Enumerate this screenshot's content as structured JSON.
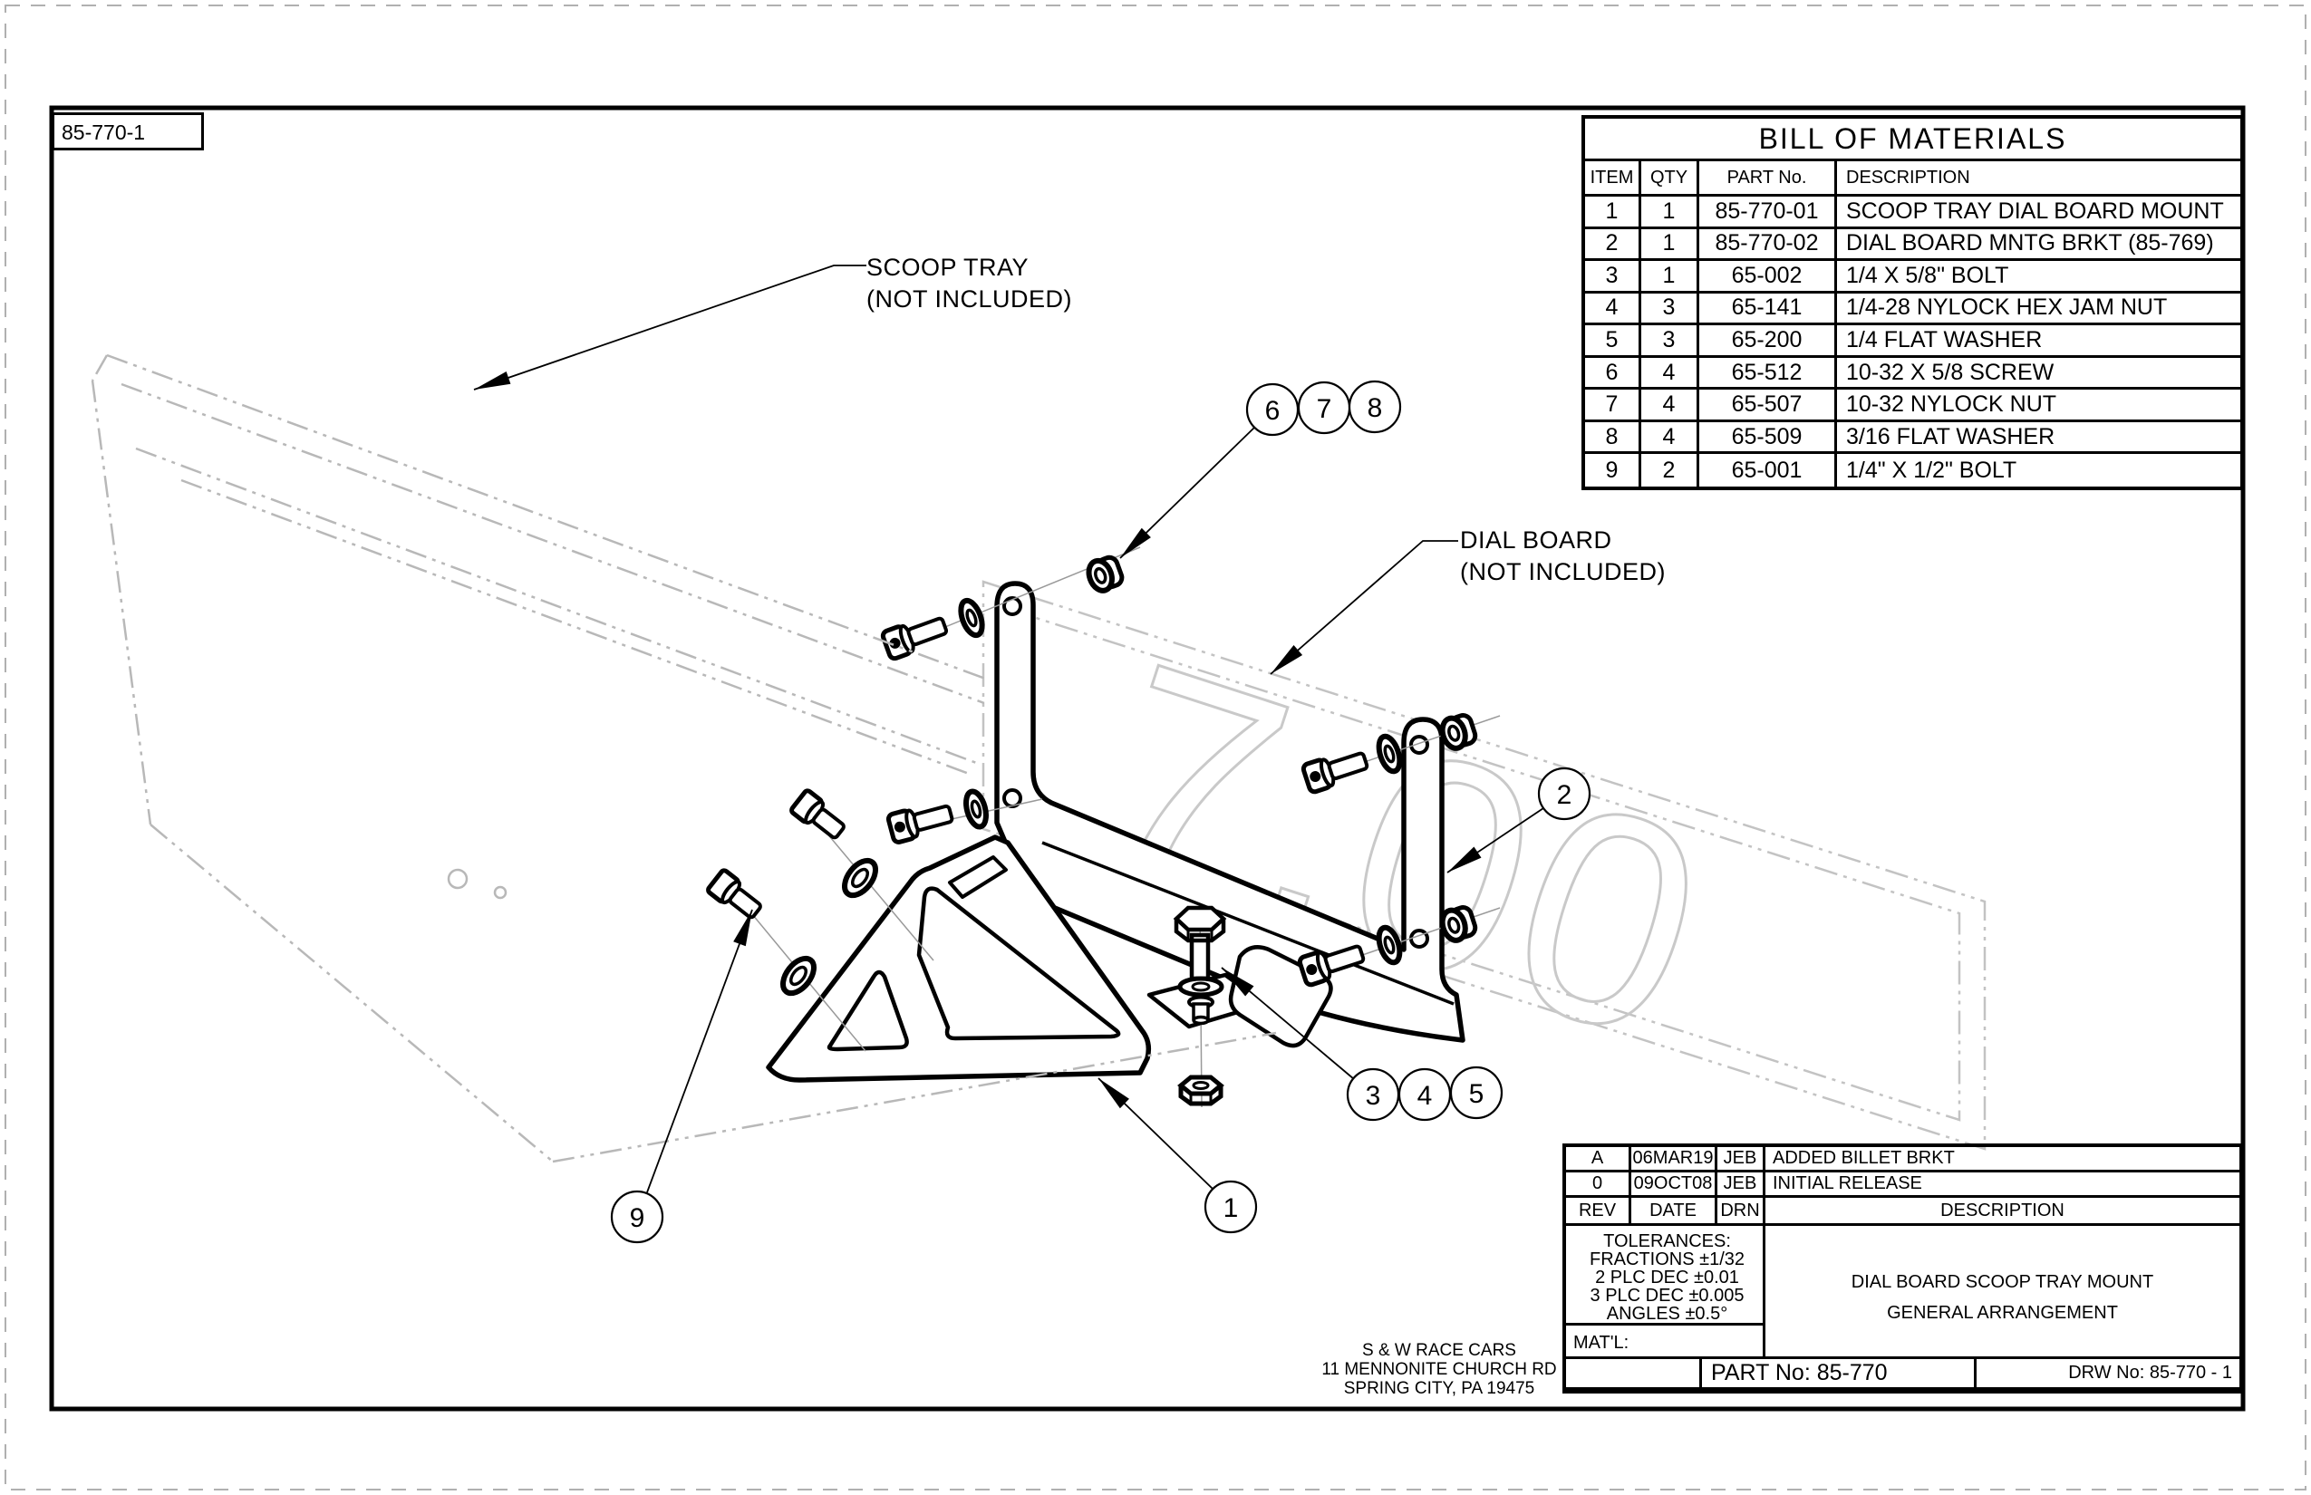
{
  "page": {
    "corner_ref": "85-770-1",
    "line_color": "#000000",
    "phantom_color": "#bcbcbc"
  },
  "labels": {
    "scoop_tray_line1": "SCOOP TRAY",
    "scoop_tray_line2": "(NOT INCLUDED)",
    "dial_board_line1": "DIAL BOARD",
    "dial_board_line2": "(NOT INCLUDED)",
    "ghost_dimension": "7.00"
  },
  "balloons": {
    "b1": "1",
    "b2": "2",
    "b3": "3",
    "b4": "4",
    "b5": "5",
    "b6": "6",
    "b7": "7",
    "b8": "8",
    "b9": "9"
  },
  "bom": {
    "title": "BILL  OF MATERIALS",
    "headers": {
      "item": "ITEM",
      "qty": "QTY",
      "part": "PART No.",
      "description": "DESCRIPTION"
    },
    "rows": [
      {
        "item": "1",
        "qty": "1",
        "part": "85-770-01",
        "description": "SCOOP TRAY DIAL BOARD MOUNT"
      },
      {
        "item": "2",
        "qty": "1",
        "part": "85-770-02",
        "description": "DIAL BOARD MNTG BRKT (85-769)"
      },
      {
        "item": "3",
        "qty": "1",
        "part": "65-002",
        "description": "1/4 X 5/8\" BOLT"
      },
      {
        "item": "4",
        "qty": "3",
        "part": "65-141",
        "description": "1/4-28 NYLOCK HEX JAM NUT"
      },
      {
        "item": "5",
        "qty": "3",
        "part": "65-200",
        "description": "1/4 FLAT WASHER"
      },
      {
        "item": "6",
        "qty": "4",
        "part": "65-512",
        "description": "10-32 X 5/8 SCREW"
      },
      {
        "item": "7",
        "qty": "4",
        "part": "65-507",
        "description": "10-32 NYLOCK NUT"
      },
      {
        "item": "8",
        "qty": "4",
        "part": "65-509",
        "description": "3/16 FLAT WASHER"
      },
      {
        "item": "9",
        "qty": "2",
        "part": "65-001",
        "description": "1/4\" X 1/2\" BOLT"
      }
    ]
  },
  "revisions": {
    "headers": {
      "rev": "REV",
      "date": "DATE",
      "drn": "DRN",
      "description": "DESCRIPTION"
    },
    "rows": [
      {
        "rev": "A",
        "date": "06MAR19",
        "drn": "JEB",
        "description": "ADDED BILLET BRKT"
      },
      {
        "rev": "0",
        "date": "09OCT08",
        "drn": "JEB",
        "description": "INITIAL RELEASE"
      }
    ]
  },
  "title_block": {
    "tolerances": [
      "TOLERANCES:",
      "FRACTIONS ±1/32",
      "2 PLC DEC ±0.01",
      "3 PLC DEC ±0.005",
      "ANGLES ±0.5°"
    ],
    "material_label": "MAT'L:",
    "title_line1": "DIAL BOARD SCOOP TRAY MOUNT",
    "title_line2": "GENERAL ARRANGEMENT",
    "part_no": "PART No: 85-770",
    "drw_no": "DRW No: 85-770 - 1"
  },
  "company": {
    "name": "S & W RACE CARS",
    "address1": "11 MENNONITE CHURCH RD",
    "address2": "SPRING CITY, PA 19475"
  }
}
